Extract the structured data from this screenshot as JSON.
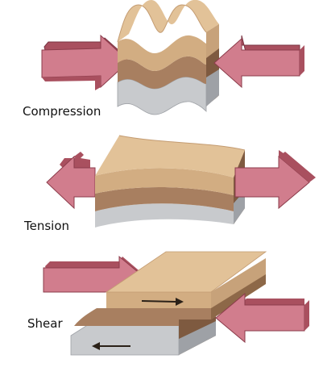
{
  "labels": {
    "compression": "Compression",
    "tension": "Tension",
    "shear": "Shear"
  },
  "colors": {
    "arrow_top": "#d17d8d",
    "arrow_side": "#a9505f",
    "arrow_edge": "#7a3342",
    "layer_top": "#e2c298",
    "layer_top_face": "#ecd4b0",
    "layer_middle": "#a87f60",
    "layer_bottom": "#c8cacd",
    "layer_bottom_side": "#9ea1a6",
    "side_dark": "#7e5a40",
    "motion_arrow": "#2b2118"
  },
  "icons": {
    "force_arrow": "block-arrow-icon",
    "motion_arrow": "line-arrow-icon"
  }
}
